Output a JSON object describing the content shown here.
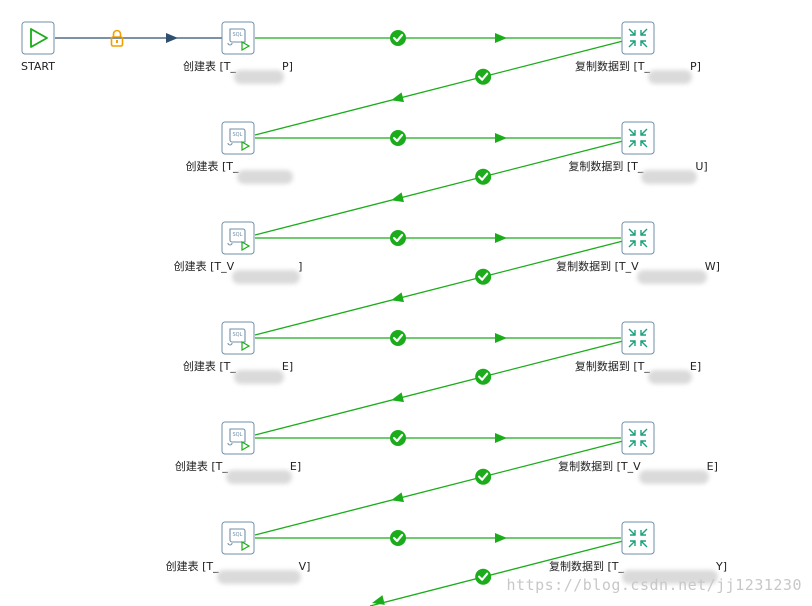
{
  "start": {
    "label": "START",
    "icon": "play-triangle-icon"
  },
  "lock_icon": "padlock-icon",
  "ok_icon": "green-check-icon",
  "create_icon": "sql-script-icon",
  "copy_icon": "compress-arrows-icon",
  "colors": {
    "flow_ok": "#1aac1a",
    "start_link": "#2f4f6f",
    "lock": "#f0a000",
    "node_border": "#6f8fa8"
  },
  "pairs": [
    {
      "create_label": "创建表 [T_",
      "create_tail": "P]",
      "copy_label": "复制数据到 [T_",
      "copy_tail": "P]"
    },
    {
      "create_label": "创建表 [T_",
      "create_tail": "",
      "copy_label": "复制数据到 [T_",
      "copy_tail": "U]"
    },
    {
      "create_label": "创建表 [T_V",
      "create_tail": "]",
      "copy_label": "复制数据到 [T_V",
      "copy_tail": "W]"
    },
    {
      "create_label": "创建表 [T_",
      "create_tail": "E]",
      "copy_label": "复制数据到 [T_",
      "copy_tail": "E]"
    },
    {
      "create_label": "创建表 [T_",
      "create_tail": "E]",
      "copy_label": "复制数据到 [T_V",
      "copy_tail": "E]"
    },
    {
      "create_label": "创建表 [T_",
      "create_tail": "V]",
      "copy_label": "复制数据到 [T_",
      "copy_tail": "Y]"
    }
  ],
  "watermark": "https://blog.csdn.net/jj1231230"
}
